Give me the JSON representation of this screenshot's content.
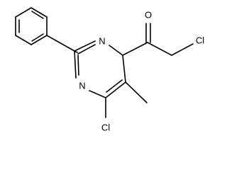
{
  "molecule": {
    "atoms": {
      "n_top": "N",
      "n_bottom": "N",
      "cl_ring": "Cl",
      "carbonyl_o": "O",
      "cl_chain": "Cl"
    },
    "colors": {
      "bond": "#000000",
      "label": "#000000",
      "background": "#ffffff"
    }
  }
}
